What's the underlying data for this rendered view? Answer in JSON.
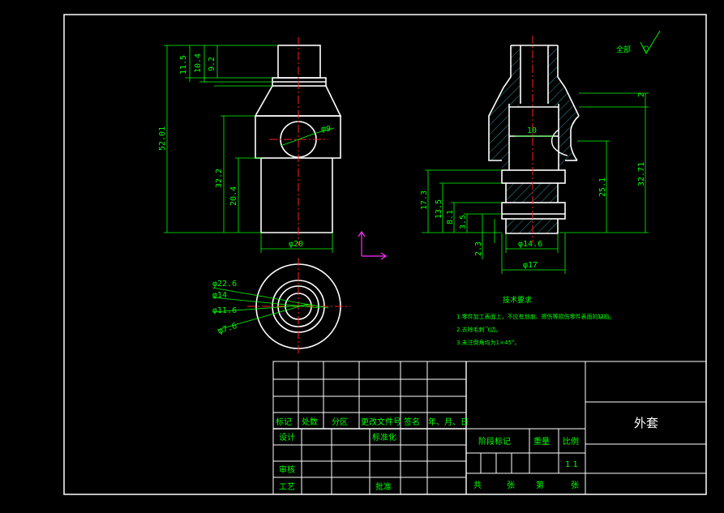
{
  "front_dims": {
    "d11_5": "11.5",
    "d10_4": "10.4",
    "d9_2": "9.2",
    "d52_01": "52.01",
    "d32_2": "32.2",
    "d20_4": "20.4",
    "phi9": "φ9",
    "phi20": "φ20"
  },
  "section_dims": {
    "d2": "2",
    "d10": "10",
    "d32_71": "32.71",
    "d25_1": "25.1",
    "d17_3": "17.3",
    "d13_5": "13.5",
    "d8_1": "8.1",
    "d3_5": "3.5",
    "d2_3": "2.3",
    "phi14_6": "φ14.6",
    "phi17": "φ17"
  },
  "bottom_dims": {
    "phi22_6": "φ22.6",
    "phi14": "φ14",
    "phi11_6": "φ11.6",
    "phi7_6": "φ7.6"
  },
  "roughness": {
    "label": "全部"
  },
  "tech_requirements": {
    "title": "技术要求",
    "items": [
      "1.零件加工表面上，不应有划痕、擦伤等损伤零件表面的缺陷。",
      "2.去除毛刺飞边。",
      "3.未注倒角均为1×45°。"
    ]
  },
  "title_block": {
    "part_name": "外套",
    "col_marker": "标记",
    "col_count": "处数",
    "col_zone": "分区",
    "col_change_doc": "更改文件号",
    "col_sign": "签名",
    "col_date": "年、月、日",
    "design": "设计",
    "standardization": "标准化",
    "review": "审核",
    "process": "工艺",
    "approve": "批准",
    "stage_mark": "阶段标记",
    "weight": "重量",
    "scale": "比例",
    "scale_value": "1 1",
    "total": "共",
    "sheets": "张",
    "sheet_no": "第",
    "sheet_unit": "张"
  }
}
